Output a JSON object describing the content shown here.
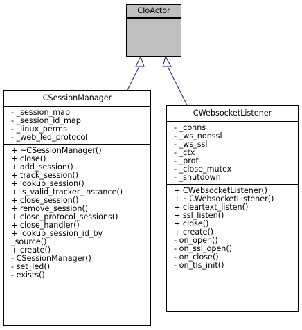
{
  "diagram": {
    "base_class": {
      "name": "CIoActor"
    },
    "classes": [
      {
        "name": "CSessionManager",
        "attributes": [
          "- _session_map",
          "- _session_id_map",
          "- _linux_perms",
          "- _web_led_protocol"
        ],
        "methods": [
          "+ ~CSessionManager()",
          "+ close()",
          "+ add_session()",
          "+ track_session()",
          "+ lookup_session()",
          "+ is_valid_tracker_instance()",
          "+ close_session()",
          "+ remove_session()",
          "+ close_protocol_sessions()",
          "+ close_handler()",
          "+ lookup_session_id_by",
          "_source()",
          "+ create()",
          "- CSessionManager()",
          "- set_led()",
          "- exists()"
        ]
      },
      {
        "name": "CWebsocketListener",
        "attributes": [
          "- _conns",
          "- _ws_nonssl",
          "- _ws_ssl",
          "- _ctx",
          "- _prot",
          "- _close_mutex",
          "- _shutdown"
        ],
        "methods": [
          "+ CWebsocketListener()",
          "+ ~CWebsocketListener()",
          "+ cleartext_listen()",
          "+ ssl_listen()",
          "+ close()",
          "+ create()",
          "- on_open()",
          "- on_ssl_open()",
          "- on_close()",
          "- on_tls_init()"
        ]
      }
    ],
    "colors": {
      "base_fill": "#bfbfbf",
      "edge": "#191970",
      "border": "#000000"
    }
  }
}
